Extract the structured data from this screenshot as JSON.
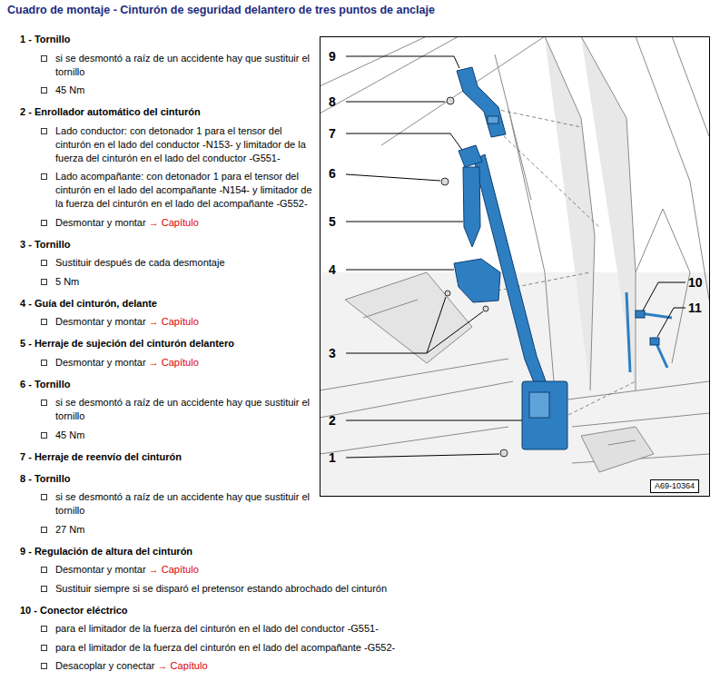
{
  "diagram": {
    "title": "Cuadro de montaje - Cinturón de seguridad delantero de tres puntos de anclaje",
    "nodes": [
      {
        "text": [
          "A69-10364"
        ]
      }
    ],
    "labels": [
      "1 - Tornillo",
      "si se desmontó a raíz de un accidente hay que sustituir el tornillo",
      "45 Nm",
      "2 - Enrollador automático del cinturón",
      "Lado conductor: con detonador 1 para el tensor del cinturón en el lado del conductor -N153- y limitador de la fuerza del cinturón en el lado del conductor -G551-",
      "Lado acompañante: con detonador 1 para el tensor del cinturón en el lado del acompañante -N154- y limitador de la fuerza del cinturón en el lado del acompañante -G552-",
      "Desmontar y montar",
      "→ Capítulo",
      "3 - Tornillo",
      "Sustituir después de cada desmontaje",
      "5 Nm",
      "4 - Guía del cinturón, delante",
      "Desmontar y montar",
      "→ Capítulo",
      "5 - Herraje de sujeción del cinturón delantero",
      "Desmontar y montar",
      "→ Capítulo",
      "6 - Tornillo",
      "si se desmontó a raíz de un accidente hay que sustituir el tornillo",
      "45 Nm",
      "7 - Herraje de reenvío del cinturón",
      "8 - Tornillo",
      "si se desmontó a raíz de un accidente hay que sustituir el tornillo",
      "27 Nm",
      "9 - Regulación de altura del cinturón",
      "Desmontar y montar",
      "→ Capítulo",
      "Sustituir siempre si se disparó el pretensor estando abrochado del cinturón",
      "10 - Conector eléctrico",
      "para el limitador de la fuerza del cinturón en el lado del conductor -G551-",
      "para el limitador de la fuerza del cinturón en el lado del acompañante -G552-",
      "Desacoplar y conectar",
      "→ Capítulo",
      "9",
      "8",
      "7",
      "6",
      "5",
      "4",
      "3",
      "2",
      "1",
      "10",
      "11"
    ]
  }
}
